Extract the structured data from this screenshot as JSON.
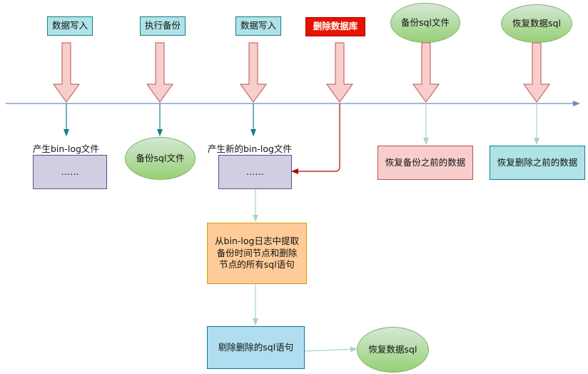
{
  "top_events": [
    {
      "id": "write1",
      "label": "数据写入",
      "shape": "rect"
    },
    {
      "id": "backup_exec",
      "label": "执行备份",
      "shape": "rect"
    },
    {
      "id": "write2",
      "label": "数据写入",
      "shape": "rect"
    },
    {
      "id": "drop_db",
      "label": "删除数据库",
      "shape": "rect"
    },
    {
      "id": "backup_file",
      "label": "备份sql文件",
      "shape": "ellipse"
    },
    {
      "id": "restore",
      "label": "恢复数据sql",
      "shape": "ellipse"
    }
  ],
  "labels": {
    "binlog1": "产生bin-log文件",
    "binlog2": "产生新的bin-log文件"
  },
  "boxes": {
    "binlog1_content": "……",
    "binlog2_content": "……",
    "backup_sql": "备份sql文件",
    "restore_before_backup": "恢复备份之前的数据",
    "restore_before_delete": "恢复删除之前的数据",
    "extract": "从bin-log日志中提取备份时间节点和删除节点的所有sql语句",
    "remove_delete": "剔除删除的sql语句",
    "restore_sql": "恢复数据sql"
  },
  "colors": {
    "timeline": "#6c8ebf",
    "teal_arrow": "#0e8088",
    "red_arrow": "#b20000",
    "pale_arrow": "#a8d5c5",
    "fat_arrow_fill": "#f8cecc",
    "fat_arrow_stroke": "#b85450"
  }
}
